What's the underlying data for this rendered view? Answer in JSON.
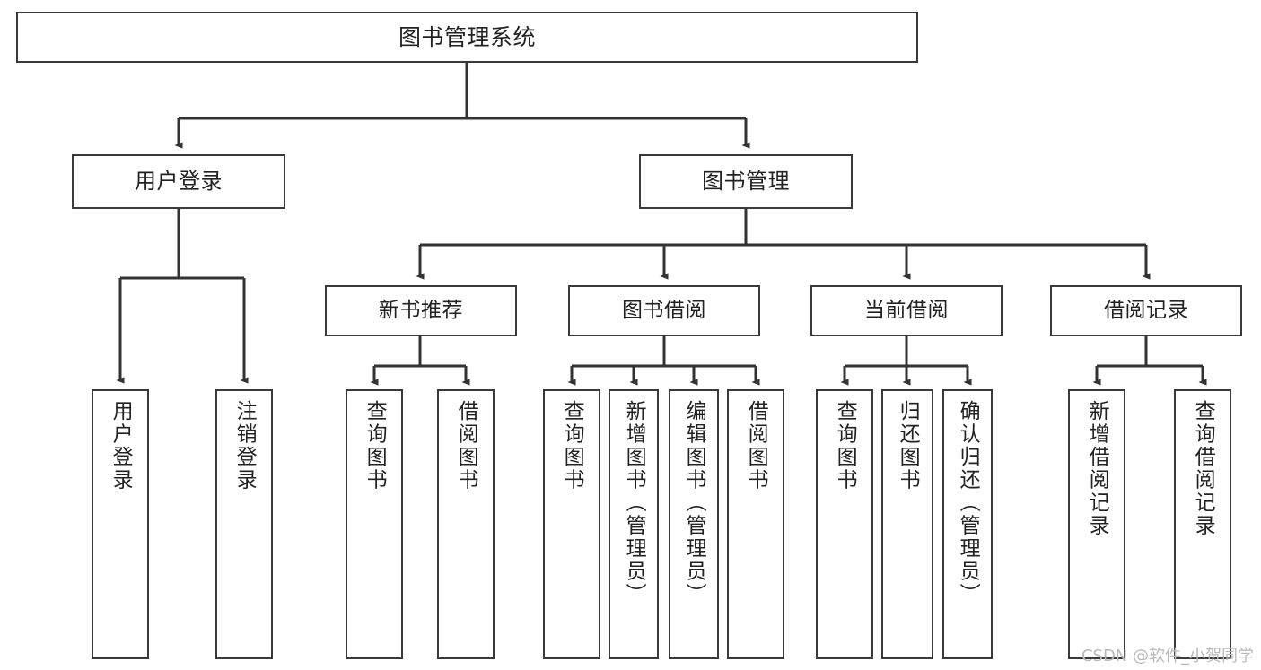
{
  "diagram": {
    "type": "tree-hierarchy-flowchart",
    "title": "图书管理系统",
    "root": {
      "label": "图书管理系统"
    },
    "level2": [
      {
        "id": "user-login",
        "label": "用户登录"
      },
      {
        "id": "book-management",
        "label": "图书管理"
      }
    ],
    "level3": [
      {
        "id": "new-book-recommend",
        "label": "新书推荐",
        "parent": "book-management"
      },
      {
        "id": "book-borrow",
        "label": "图书借阅",
        "parent": "book-management"
      },
      {
        "id": "current-borrow",
        "label": "当前借阅",
        "parent": "book-management"
      },
      {
        "id": "borrow-record",
        "label": "借阅记录",
        "parent": "book-management"
      }
    ],
    "leaves": [
      {
        "id": "leaf-user-login",
        "label": "用户登录",
        "parent": "user-login"
      },
      {
        "id": "leaf-logout-login",
        "label": "注销登录",
        "parent": "user-login"
      },
      {
        "id": "leaf-query-book-1",
        "label": "查询图书",
        "parent": "new-book-recommend"
      },
      {
        "id": "leaf-borrow-book-1",
        "label": "借阅图书",
        "parent": "new-book-recommend"
      },
      {
        "id": "leaf-query-book-2",
        "label": "查询图书",
        "parent": "book-borrow"
      },
      {
        "id": "leaf-add-book",
        "label": "新增图书（管理员）",
        "parent": "book-borrow"
      },
      {
        "id": "leaf-edit-book",
        "label": "编辑图书（管理员）",
        "parent": "book-borrow"
      },
      {
        "id": "leaf-borrow-book-2",
        "label": "借阅图书",
        "parent": "book-borrow"
      },
      {
        "id": "leaf-query-book-3",
        "label": "查询图书",
        "parent": "current-borrow"
      },
      {
        "id": "leaf-return-book",
        "label": "归还图书",
        "parent": "current-borrow"
      },
      {
        "id": "leaf-confirm-return",
        "label": "确认归还（管理员）",
        "parent": "current-borrow"
      },
      {
        "id": "leaf-add-record",
        "label": "新增借阅记录",
        "parent": "borrow-record"
      },
      {
        "id": "leaf-query-record",
        "label": "查询借阅记录",
        "parent": "borrow-record"
      }
    ],
    "colors": {
      "border": "#3a3a3a",
      "text": "#222222",
      "background": "#ffffff",
      "connector": "#333333",
      "watermark": "#b9b9b9"
    }
  },
  "watermark": {
    "text": "CSDN @软件_小贺同学"
  }
}
